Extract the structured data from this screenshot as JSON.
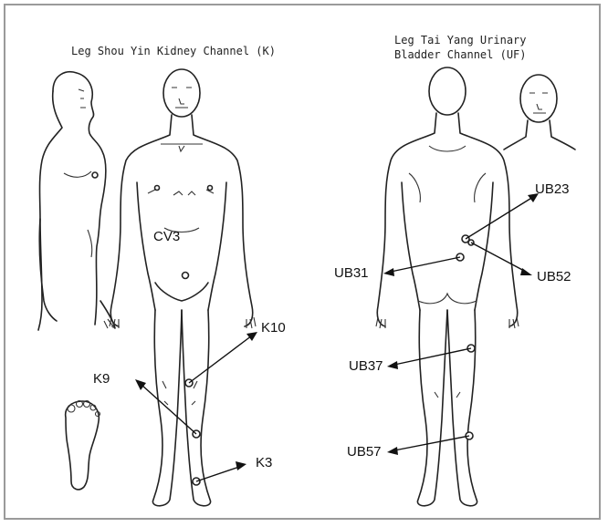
{
  "titles": {
    "left": "Leg Shou Yin Kidney Channel (K)",
    "right_line1": "Leg Tai Yang Urinary",
    "right_line2": "Bladder Channel (UF)"
  },
  "points": {
    "cv3": "CV3",
    "k10": "K10",
    "k9": "K9",
    "k3": "K3",
    "ub23": "UB23",
    "ub31": "UB31",
    "ub52": "UB52",
    "ub37": "UB37",
    "ub57": "UB57"
  },
  "colors": {
    "line": "#222222",
    "frame": "#9a9a9a",
    "background": "#ffffff"
  }
}
